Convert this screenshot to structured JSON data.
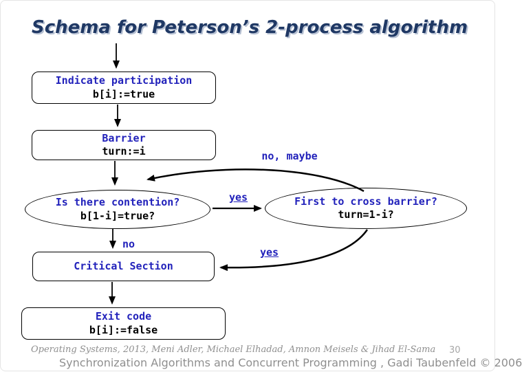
{
  "title": "Schema for Peterson’s 2-process algorithm",
  "flowchart": {
    "indicate": {
      "heading": "Indicate participation",
      "code": "b[i]:=true"
    },
    "barrier": {
      "heading": "Barrier",
      "code": "turn:=i"
    },
    "contention": {
      "heading": "Is there contention?",
      "code": "b[1-i]=true?"
    },
    "first_cross": {
      "heading": "First to cross barrier?",
      "code": "turn=1-i?"
    },
    "critical": {
      "heading": "Critical Section"
    },
    "exit": {
      "heading": "Exit code",
      "code": "b[i]:=false"
    },
    "labels": {
      "no_maybe": "no, maybe",
      "yes_contention": "yes",
      "no_contention": "no",
      "yes_first": "yes"
    }
  },
  "footer": {
    "credits": "Operating Systems, 2013, Meni Adler, Michael Elhadad, Amnon Meisels & Jihad El-Sama",
    "book": "Synchronization Algorithms and Concurrent Programming , Gadi Taubenfeld © 2006",
    "page_number": "30"
  },
  "colors": {
    "title_navy": "#1f3864",
    "title_shadow": "#b7c1d3",
    "flow_blue": "#2222bb",
    "flow_black": "#000000",
    "line_black": "#000000",
    "footer_gray": "#8f8f8f",
    "page_number_gray": "#a6a6a6",
    "background": "#ffffff"
  }
}
